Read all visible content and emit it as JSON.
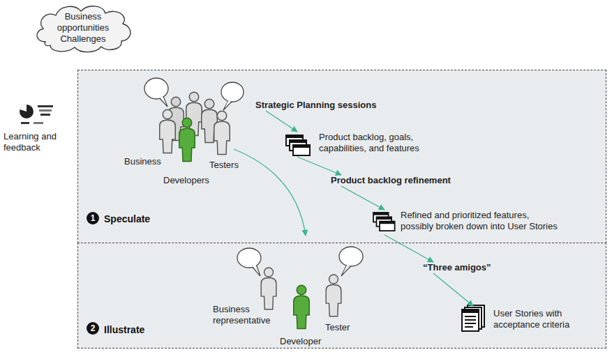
{
  "diagram": {
    "nodes": [
      {
        "text": [
          "Business opportunities",
          "Challenges"
        ]
      },
      {
        "text": [
          "Speculate"
        ]
      },
      {
        "text": [
          "Strategic Planning sessions"
        ],
        "in": 1
      },
      {
        "text": [
          "Product backlog, goals, capabilities, and features"
        ],
        "in": 1
      },
      {
        "text": [
          "Product backlog refinement"
        ],
        "in": 1
      },
      {
        "text": [
          "Refined and prioritized features, possibly broken down into User Stories"
        ],
        "in": 1
      },
      {
        "text": [
          "Illustrate"
        ]
      },
      {
        "text": [
          "“Three amigos”"
        ],
        "in": 6
      },
      {
        "text": [
          "User Stories with acceptance criteria"
        ],
        "in": 6
      }
    ],
    "edges": [
      {
        "from": 2,
        "to": 3,
        "arrow": "to"
      },
      {
        "from": 3,
        "to": 4,
        "arrow": "to"
      },
      {
        "from": 4,
        "to": 5,
        "arrow": "to"
      },
      {
        "from": 5,
        "to": 7,
        "arrow": "to"
      },
      {
        "from": 7,
        "to": 8,
        "arrow": "to"
      }
    ],
    "labels": [
      "Learning and feedback",
      "Business",
      "Testers",
      "Developers",
      "1",
      "Business representative",
      "Tester",
      "Developer",
      "2"
    ]
  }
}
